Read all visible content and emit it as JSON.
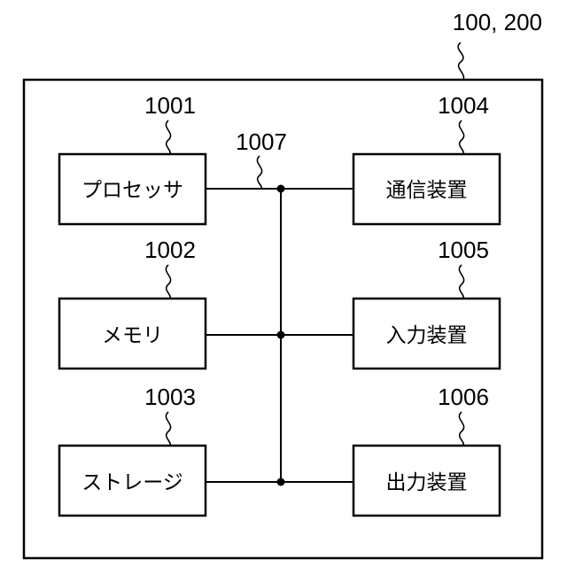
{
  "figure": {
    "outer_label": "100, 200",
    "bus_label": "1007"
  },
  "components": [
    {
      "id": "processor",
      "ref": "1001",
      "label": "プロセッサ"
    },
    {
      "id": "memory",
      "ref": "1002",
      "label": "メモリ"
    },
    {
      "id": "storage",
      "ref": "1003",
      "label": "ストレージ"
    },
    {
      "id": "comm-device",
      "ref": "1004",
      "label": "通信装置"
    },
    {
      "id": "input-device",
      "ref": "1005",
      "label": "入力装置"
    },
    {
      "id": "output-device",
      "ref": "1006",
      "label": "出力装置"
    }
  ]
}
